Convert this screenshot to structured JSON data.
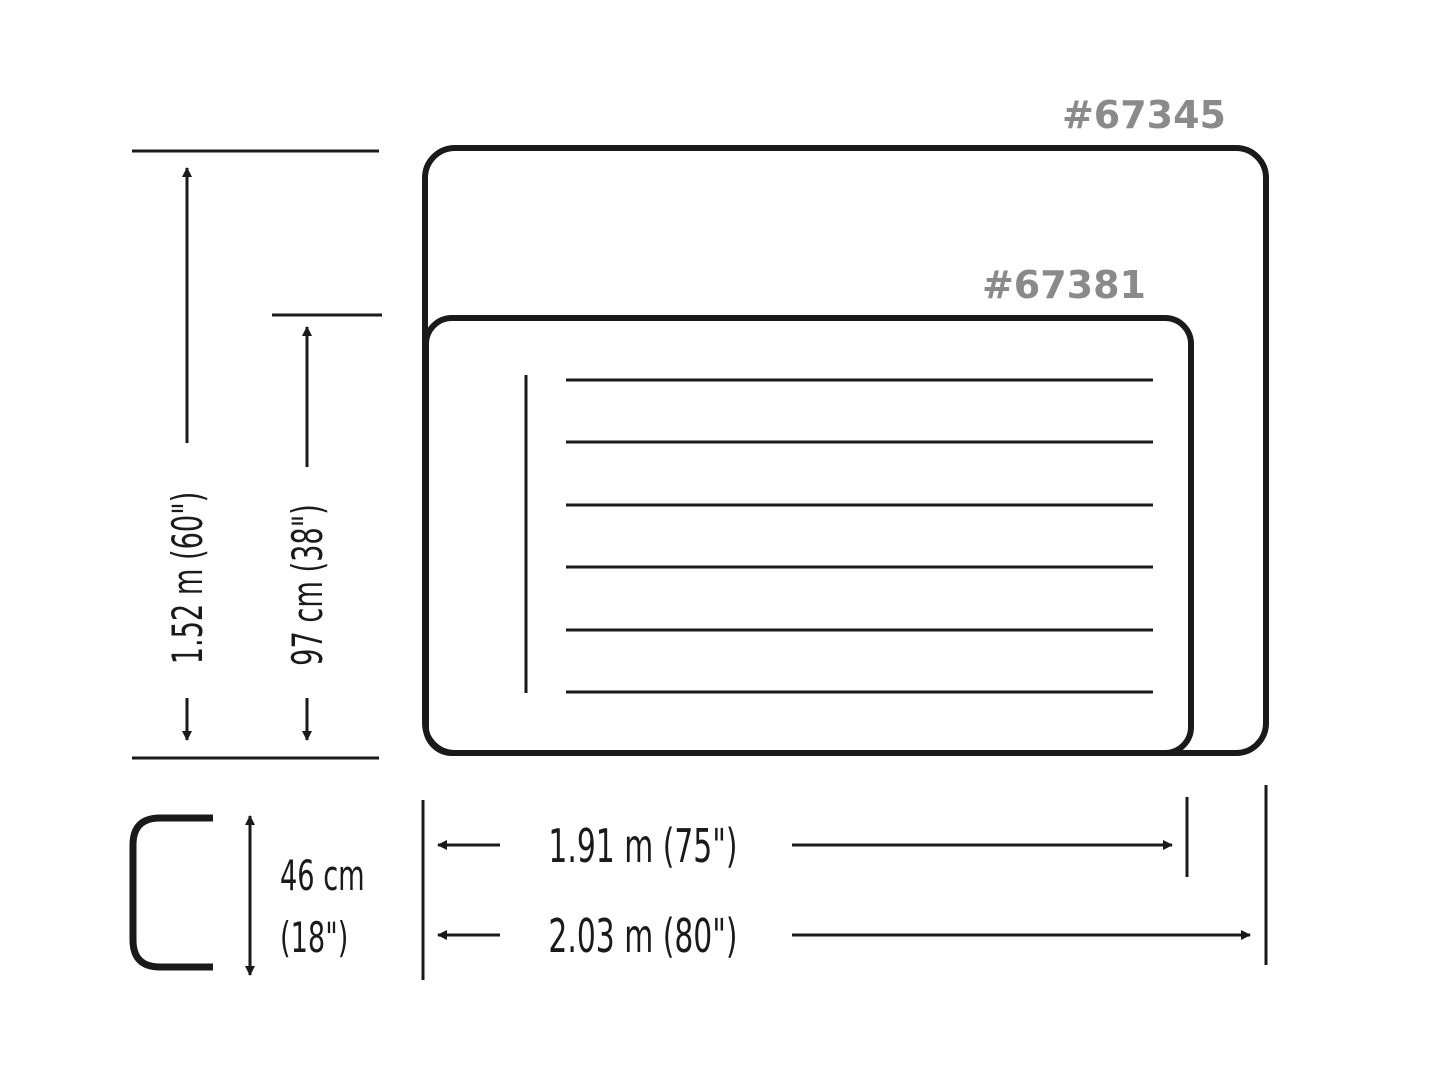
{
  "models": {
    "large": "#67345",
    "small": "#67381"
  },
  "dimensions": {
    "large_width": "1.52 m (60\")",
    "small_width": "97 cm (38\")",
    "small_length": "1.91 m (75\")",
    "large_length": "2.03 m (80\")",
    "height_value": "46 cm",
    "height_imperial": "(18\")"
  },
  "colors": {
    "line": "#1a1a1a",
    "model_label": "#8a8a8a",
    "background": "#ffffff"
  }
}
